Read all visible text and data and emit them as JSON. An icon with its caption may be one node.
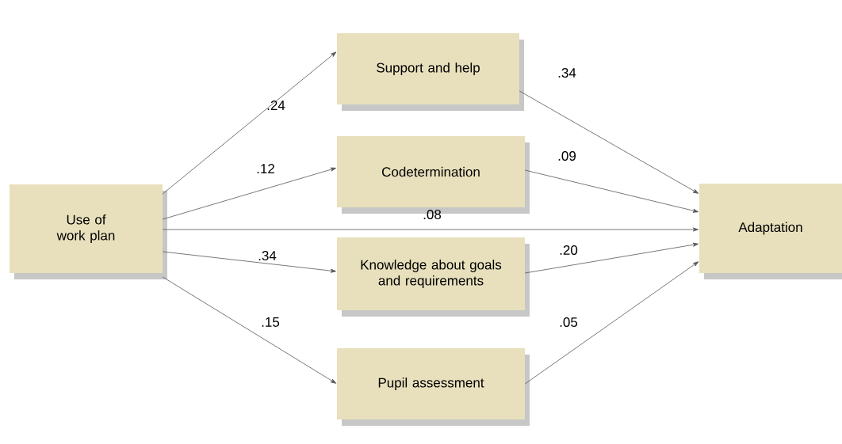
{
  "diagram": {
    "nodes": [
      {
        "text": [
          "Use of work plan"
        ]
      },
      {
        "text": [
          "Support and help"
        ]
      },
      {
        "text": [
          "Codetermination"
        ]
      },
      {
        "text": [
          "Knowledge about goals and requirements"
        ]
      },
      {
        "text": [
          "Pupil assessment"
        ]
      },
      {
        "text": [
          "Adaptation"
        ]
      }
    ],
    "edges": [
      {
        "from": 0,
        "to": 1,
        "arrow": "to",
        "label": ".24"
      },
      {
        "from": 0,
        "to": 2,
        "arrow": "to",
        "label": ".12"
      },
      {
        "from": 0,
        "to": 5,
        "arrow": "to",
        "label": ".08"
      },
      {
        "from": 0,
        "to": 3,
        "arrow": "to",
        "label": ".34"
      },
      {
        "from": 0,
        "to": 4,
        "arrow": "to",
        "label": ".15"
      },
      {
        "from": 1,
        "to": 5,
        "arrow": "to",
        "label": ".34"
      },
      {
        "from": 2,
        "to": 5,
        "arrow": "to",
        "label": ".09"
      },
      {
        "from": 3,
        "to": 5,
        "arrow": "to",
        "label": ".20"
      },
      {
        "from": 4,
        "to": 5,
        "arrow": "to",
        "label": ".05"
      }
    ]
  }
}
